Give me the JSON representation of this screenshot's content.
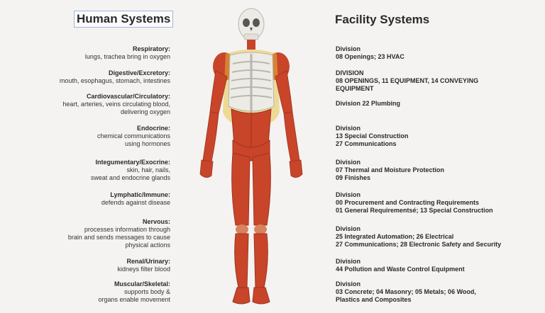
{
  "human": {
    "title": "Human Systems",
    "items": [
      {
        "name": "Respiratory:",
        "desc": [
          "lungs, trachea bring in oxygen"
        ]
      },
      {
        "name": "Digestive/Excretory:",
        "desc": [
          "mouth, esophagus, stomach, intestines"
        ]
      },
      {
        "name": "Cardiovascular/Circulatory:",
        "desc": [
          "heart, arteries, veins circulating blood,",
          "delivering oxygen"
        ]
      },
      {
        "name": "Endocrine:",
        "desc": [
          "chemical communications",
          "using hormones"
        ]
      },
      {
        "name": "Integumentary/Exocrine:",
        "desc": [
          "skin, hair, nails,",
          "sweat and endocrine glands"
        ]
      },
      {
        "name": "Lymphatic/Immune:",
        "desc": [
          "defends against disease"
        ]
      },
      {
        "name": "Nervous:",
        "desc": [
          "processes information through",
          "brain and sends messages to cause",
          "physical actions"
        ]
      },
      {
        "name": "Renal/Urinary:",
        "desc": [
          "kidneys filter blood"
        ]
      },
      {
        "name": "Muscular/Skeletal:",
        "desc": [
          "supports body &",
          "organs enable movement"
        ]
      }
    ]
  },
  "facility": {
    "title": "Facility Systems",
    "items": [
      {
        "lines": [
          "Division",
          "08 Openings; 23 HVAC"
        ]
      },
      {
        "lines": [
          "DIVISION",
          "08 OPENINGS,  11 EQUIPMENT,  14 CONVEYING",
          "EQUIPMENT"
        ]
      },
      {
        "lines": [
          "Division 22 Plumbing"
        ]
      },
      {
        "lines": [
          "Division",
          "13 Special Construction",
          "27 Communications"
        ]
      },
      {
        "lines": [
          "Division",
          "07 Thermal and Moisture Protection",
          "09 Finishes"
        ]
      },
      {
        "lines": [
          "Division",
          "00 Procurement and Contracting Requirements",
          "01 General Requirementsé; 13 Special Construction"
        ]
      },
      {
        "lines": [
          "Division",
          "25 Integrated Automation; 26 Electrical",
          "27 Communications; 28 Electronic Safety and Security"
        ]
      },
      {
        "lines": [
          "Division",
          "44 Pollution and Waste Control Equipment"
        ]
      },
      {
        "lines": [
          "Division",
          "03 Concrete; 04 Masonry; 05 Metals; 06 Wood,",
          "Plastics and Composites"
        ]
      }
    ]
  },
  "colors": {
    "muscle": "#c8452a",
    "muscle_dark": "#9e3220",
    "bone": "#ecebe6",
    "nerve": "#e6c23a"
  }
}
